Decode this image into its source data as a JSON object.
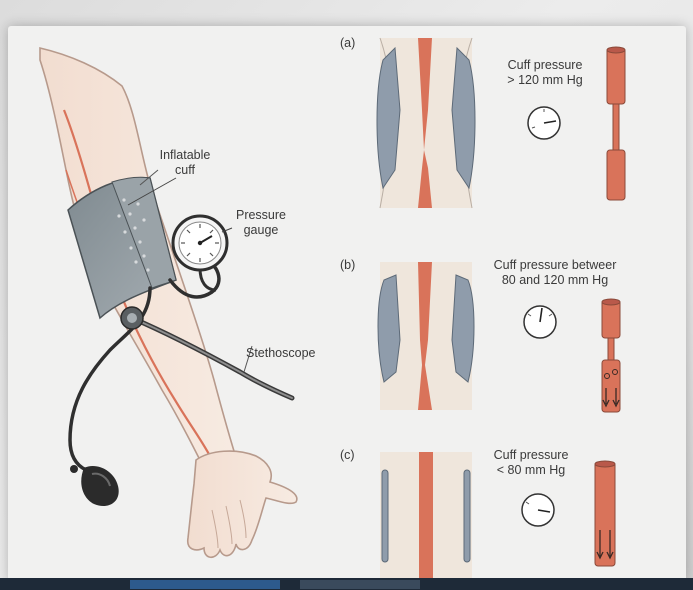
{
  "labels": {
    "inflatable_cuff": [
      "Inflatable",
      "cuff"
    ],
    "pressure_gauge": [
      "Pressure",
      "gauge"
    ],
    "stethoscope": "Stethoscope"
  },
  "panels": [
    {
      "tag": "(a)",
      "caption": [
        "Cuff pressure",
        "> 120 mm Hg"
      ]
    },
    {
      "tag": "(b)",
      "caption": [
        "Cuff pressure betweer",
        "80 and 120 mm Hg"
      ]
    },
    {
      "tag": "(c)",
      "caption": [
        "Cuff pressure",
        "< 80 mm Hg"
      ]
    }
  ],
  "colors": {
    "artery": "#d9735a",
    "cuff_block": "#8f9cab",
    "tissue": "#efe6dc",
    "cuff_device": "#8e979c",
    "bulb": "#2b2b2b",
    "tube": "#2f2f2f"
  },
  "icons": [
    "gauge-icon",
    "artery-tube-icon",
    "hand-pump-bulb-icon"
  ]
}
